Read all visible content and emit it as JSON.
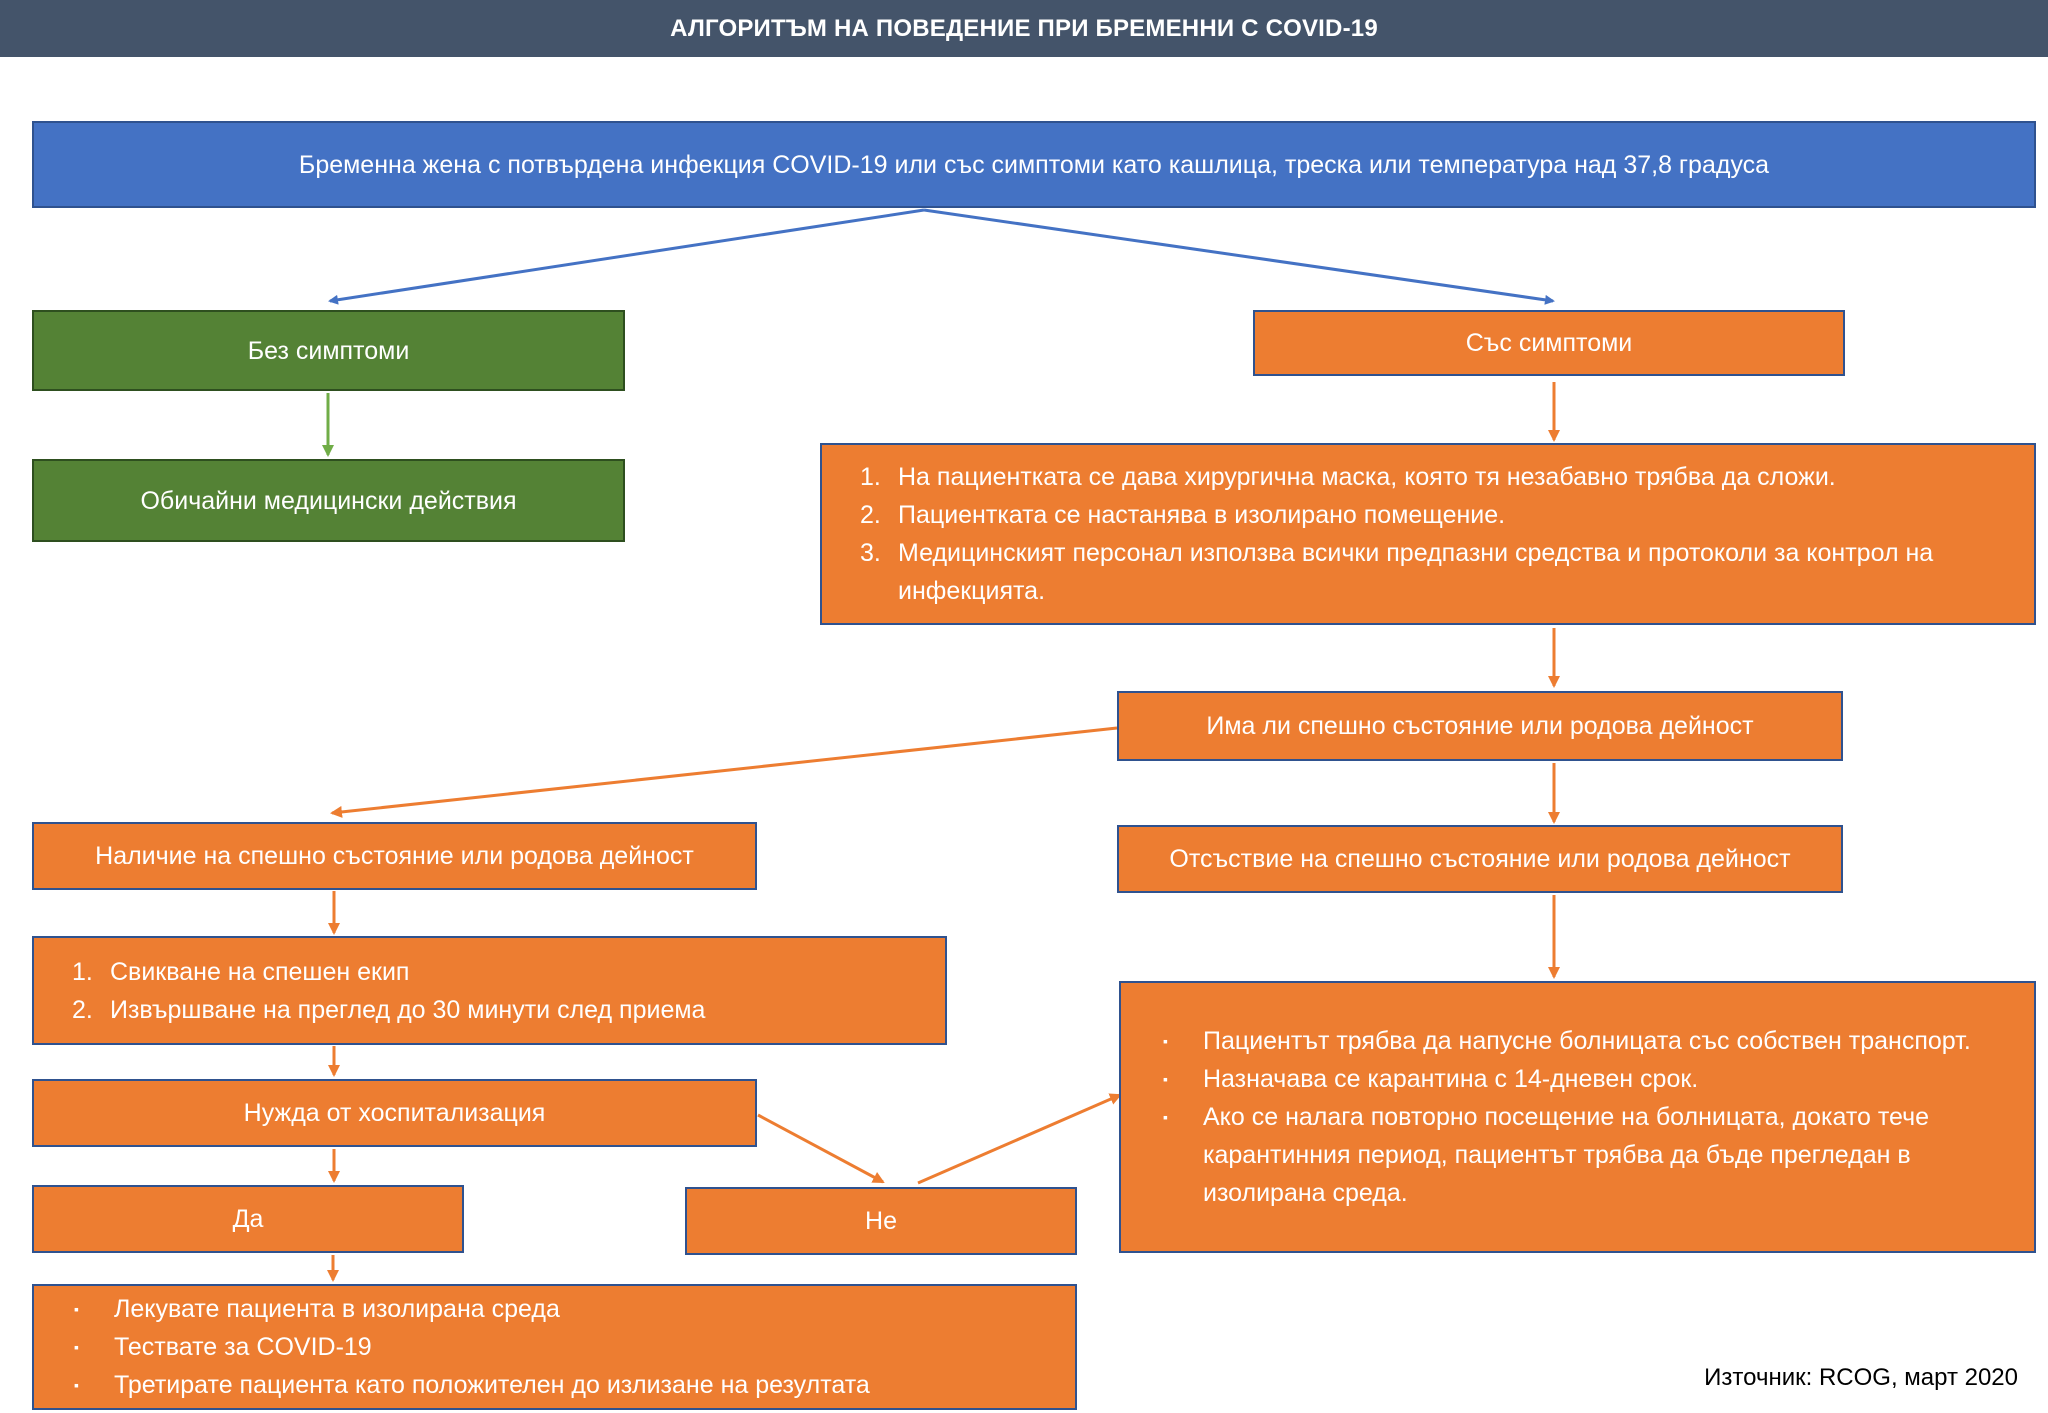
{
  "title": "АЛГОРИТЪМ НА ПОВЕДЕНИЕ ПРИ БРЕМЕННИ С COVID-19",
  "colors": {
    "title_bar": "#44546a",
    "start": "#4472c4",
    "no_symptoms_branch": "#548235",
    "symptoms_branch": "#ed7d31"
  },
  "nodes": {
    "start": "Бременна жена с потвърдена инфекция COVID-19 или със симптоми като кашлица, треска или температура над 37,8 градуса",
    "no_symptoms": "Без симптоми",
    "usual_care": "Обичайни медицински действия",
    "with_symptoms": "Със симптоми",
    "initial_steps": [
      "На пациентката се дава хирургична маска, която тя незабавно трябва да сложи.",
      "Пациентката се настанява в изолирано помещение.",
      "Медицинският персонал използва всички предпазни средства и протоколи за контрол на инфекцията."
    ],
    "emergency_question": "Има ли спешно състояние или родова дейност",
    "emergency_present": "Наличие на спешно състояние или родова дейност",
    "emergency_steps": [
      "Свикване на спешен екип",
      "Извършване на преглед до 30 минути след приема"
    ],
    "hospitalization": "Нужда от хоспитализация",
    "yes": "Да",
    "no": "Не",
    "yes_steps": [
      "Лекувате пациента в изолирана среда",
      "Тествате за COVID-19",
      "Третирате пациента като положителен до излизане на резултата"
    ],
    "emergency_absent": "Отсъствие на спешно състояние или родова дейност",
    "absent_steps": [
      "Пациентът трябва да напусне болницата със собствен транспорт.",
      "Назначава се карантина с 14-дневен срок.",
      "Ако се налага повторно посещение на болницата, докато тече карантинния период, пациентът трябва да бъде прегледан в изолирана среда."
    ]
  },
  "numbers": [
    "1.",
    "2.",
    "3."
  ],
  "bullet": "▪",
  "source": "Източник: RCOG, март 2020"
}
